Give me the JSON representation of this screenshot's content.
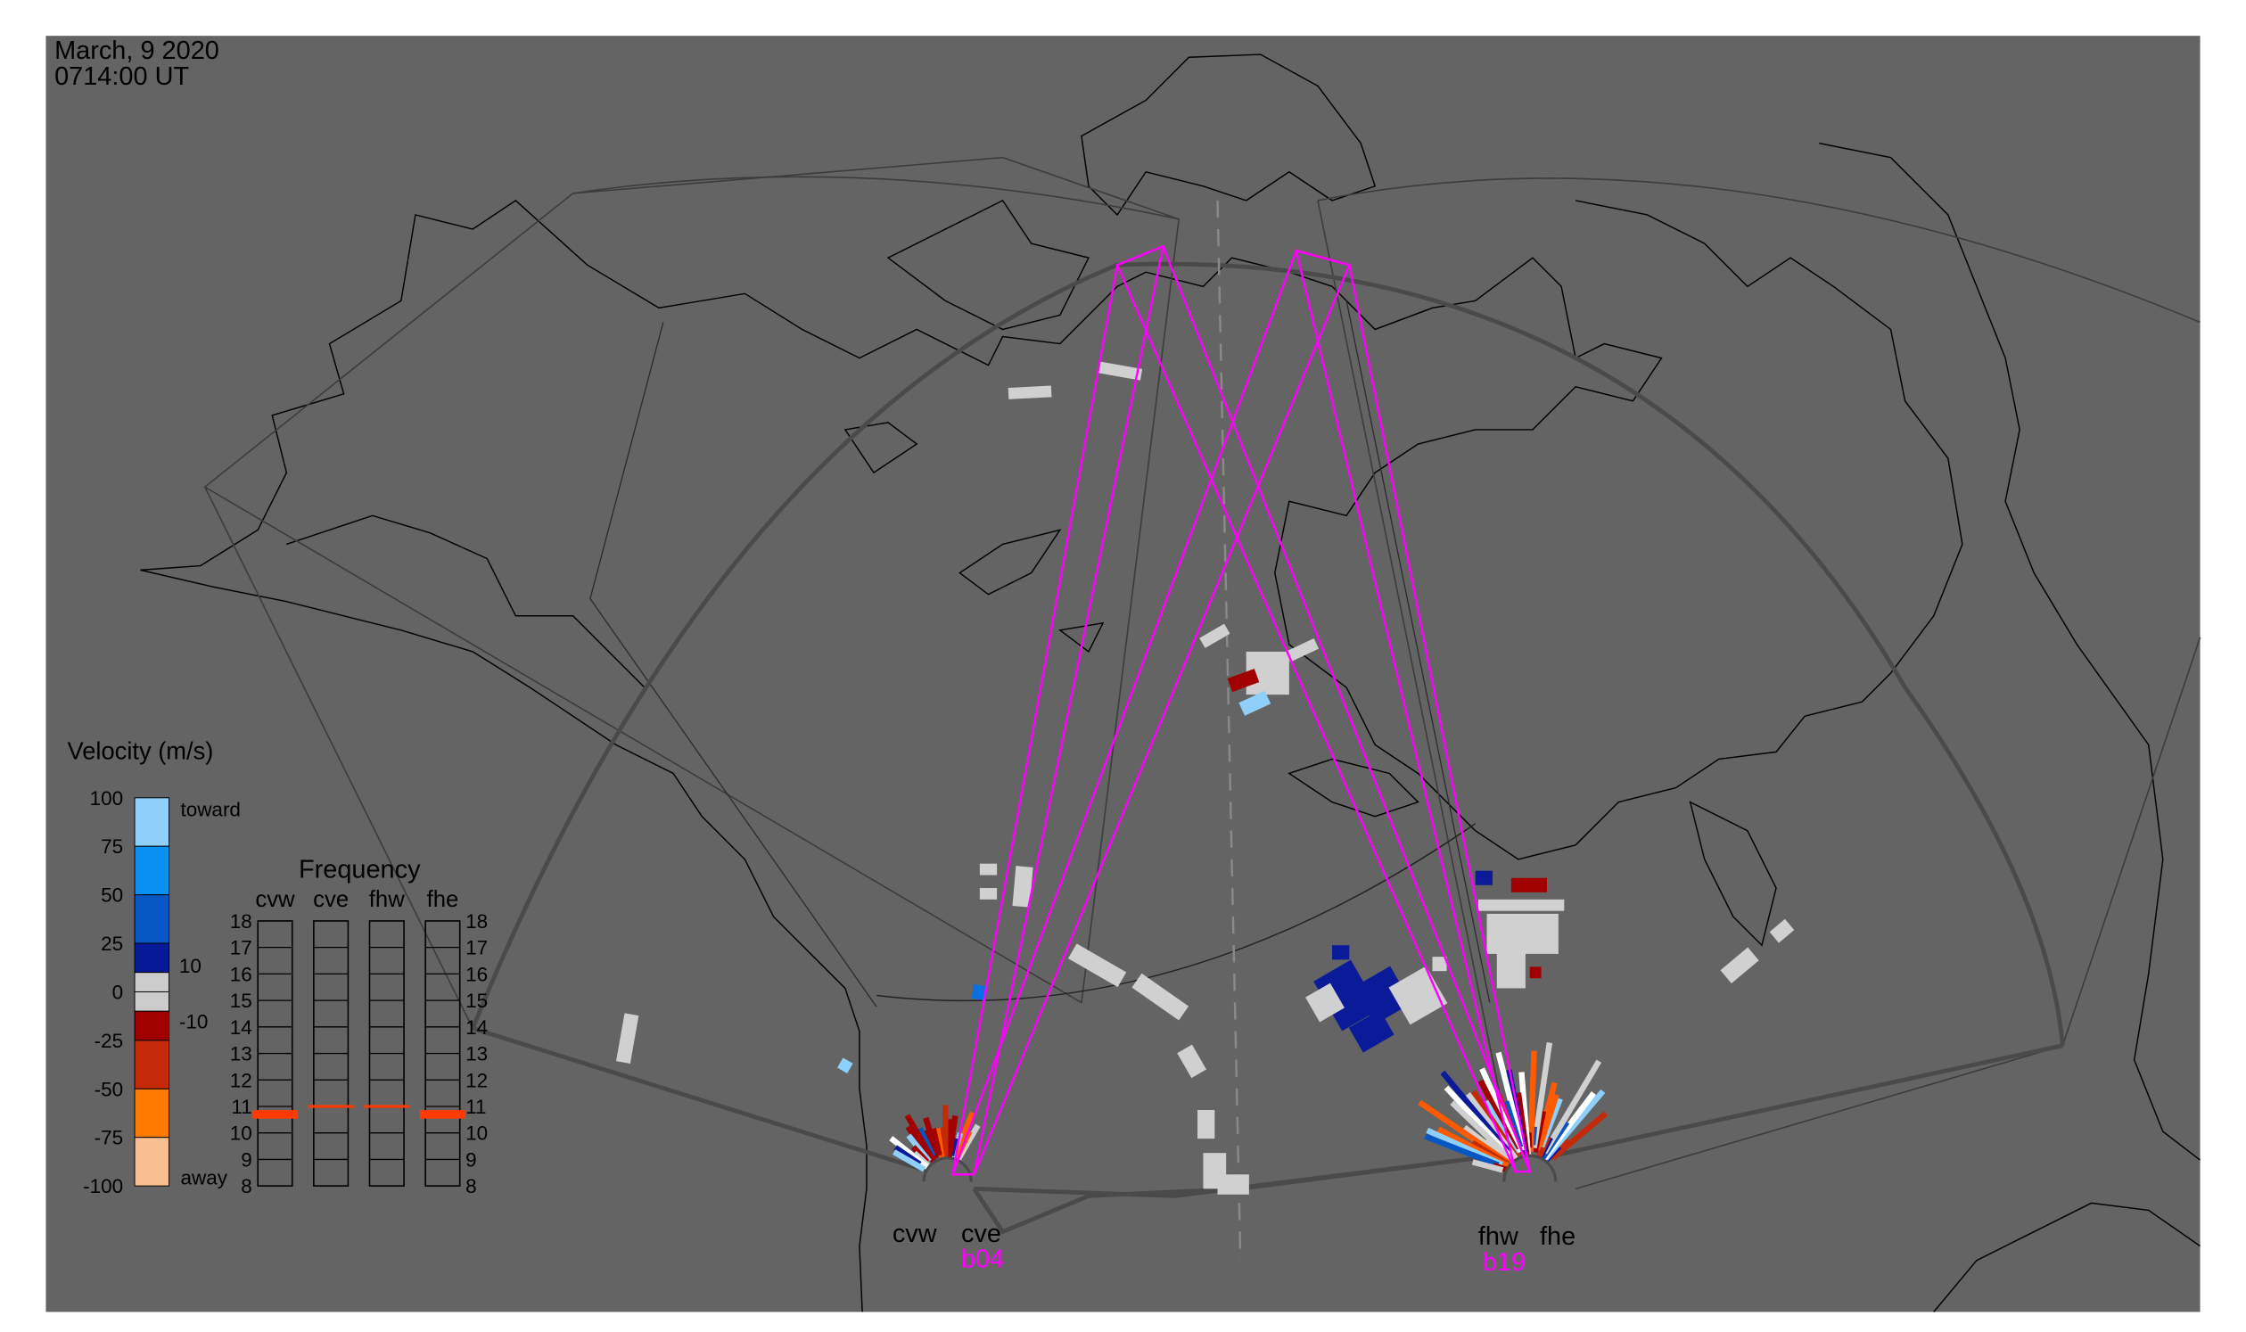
{
  "header": {
    "date": "March, 9 2020",
    "time": "0714:00 UT"
  },
  "colorbar": {
    "title": "Velocity (m/s)",
    "ticks": [
      "100",
      "75",
      "50",
      "25",
      "0",
      "-25",
      "-50",
      "-75",
      "-100"
    ],
    "inner_ticks": [
      "10",
      "-10"
    ],
    "toward_label": "toward",
    "away_label": "away",
    "segments": [
      {
        "from": 100,
        "to": 75,
        "color": "#8fd0fa"
      },
      {
        "from": 75,
        "to": 50,
        "color": "#0a90f0"
      },
      {
        "from": 50,
        "to": 25,
        "color": "#0656c4"
      },
      {
        "from": 25,
        "to": 10,
        "color": "#061a98"
      },
      {
        "from": 10,
        "to": 0,
        "color": "#cccccc"
      },
      {
        "from": 0,
        "to": -10,
        "color": "#cccccc"
      },
      {
        "from": -10,
        "to": -25,
        "color": "#a00000"
      },
      {
        "from": -25,
        "to": -50,
        "color": "#c42a08"
      },
      {
        "from": -50,
        "to": -75,
        "color": "#ff7a00"
      },
      {
        "from": -75,
        "to": -100,
        "color": "#f8c090"
      }
    ]
  },
  "frequency": {
    "title": "Frequency",
    "radars": [
      "cvw",
      "cve",
      "fhw",
      "fhe"
    ],
    "axis_ticks": [
      "18",
      "17",
      "16",
      "15",
      "14",
      "13",
      "12",
      "11",
      "10",
      "9",
      "8"
    ],
    "range_mhz": [
      8,
      18
    ],
    "values_mhz": [
      10.7,
      11.0,
      11.0,
      10.7
    ],
    "marker_color": "#ff3a00"
  },
  "sites": {
    "christmas_valley": {
      "west": "cvw",
      "east": "cve",
      "beam": "b04"
    },
    "fort_hays": {
      "west": "fhw",
      "east": "fhe",
      "beam": "b19"
    }
  },
  "colors": {
    "background": "#646464",
    "beam": "#ff00ff"
  }
}
